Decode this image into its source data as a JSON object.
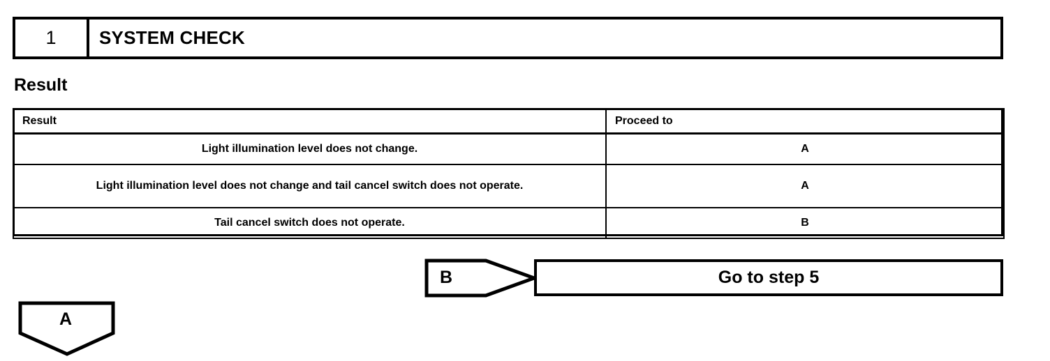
{
  "step_header": {
    "number": "1",
    "title": "SYSTEM CHECK"
  },
  "section": {
    "heading": "Result"
  },
  "result_table": {
    "columns": [
      "Result",
      "Proceed to"
    ],
    "rows": [
      {
        "result": "Light illumination level does not change.",
        "proceed_to": "A"
      },
      {
        "result": "Light illumination level does not change and tail cancel switch does not operate.",
        "proceed_to": "A"
      },
      {
        "result": "Tail cancel switch does not operate.",
        "proceed_to": "B"
      }
    ]
  },
  "flow": {
    "connector_b_label": "B",
    "goto_box_label": "Go to step 5",
    "connector_a_label": "A"
  },
  "colors": {
    "stroke": "#000000",
    "background": "#ffffff"
  }
}
